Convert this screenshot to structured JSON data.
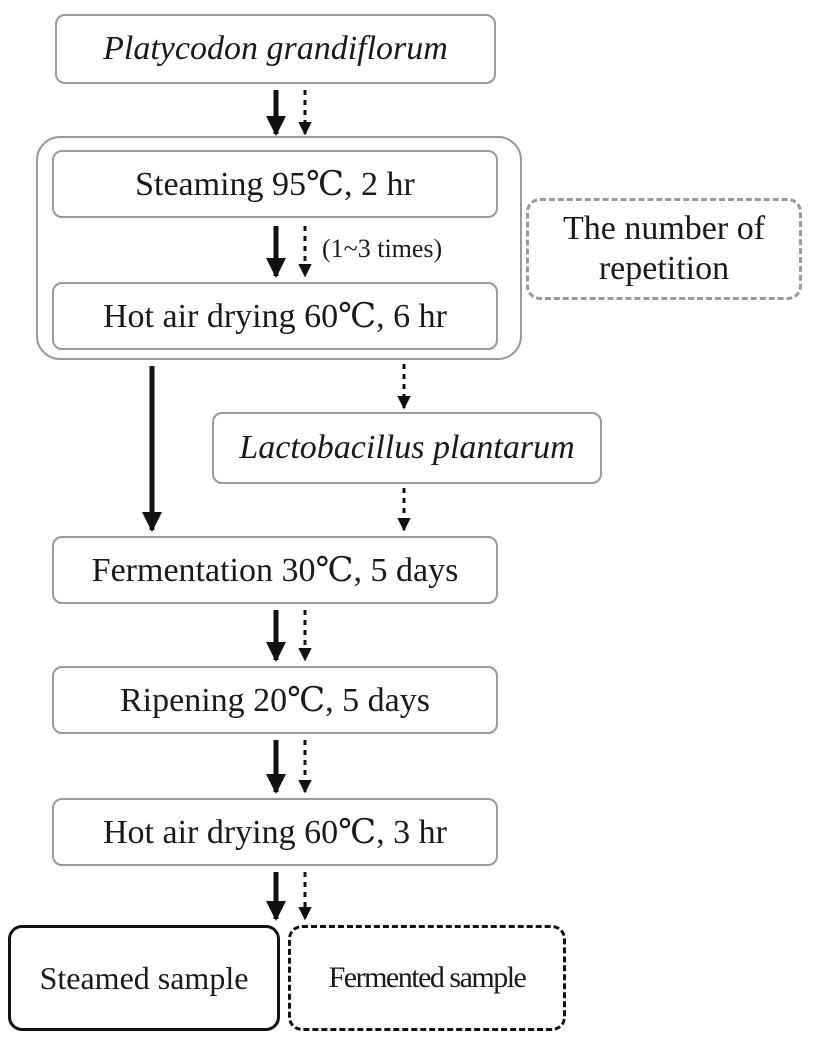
{
  "flowchart": {
    "start": "Platycodon grandiflorum",
    "steaming": "Steaming 95℃, 2 hr",
    "repeat_count": "(1~3 times)",
    "drying_1": "Hot air drying 60℃, 6 hr",
    "repetition_label_line1": "The number of",
    "repetition_label_line2": "repetition",
    "inoculum": "Lactobacillus plantarum",
    "fermentation": "Fermentation 30℃,  5 days",
    "ripening": "Ripening 20℃,  5 days",
    "drying_2": "Hot air drying 60℃, 3 hr",
    "steamed_output": "Steamed sample",
    "fermented_output": "Fermented sample"
  },
  "colors": {
    "box_border": "#9a9a9a",
    "arrow": "#111111",
    "text": "#1a1a1a"
  }
}
